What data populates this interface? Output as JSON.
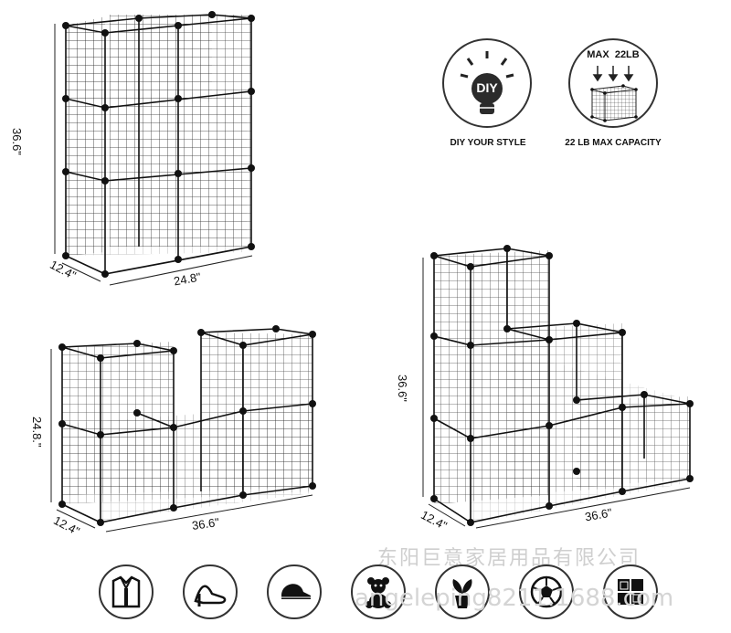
{
  "product": {
    "unit_grid_a": {
      "height_label": "36.6\"",
      "depth_label": "12.4\"",
      "width_label": "24.8\""
    },
    "unit_grid_b": {
      "height_label": "24.8.\"",
      "depth_label": "12.4\"",
      "width_label": "36.6\""
    },
    "unit_grid_c": {
      "height_label": "36.6\"",
      "depth_label": "12.4\"",
      "width_label": "36.6\""
    }
  },
  "badges": {
    "diy": {
      "icon_text": "DIY",
      "caption": "DIY YOUR STYLE"
    },
    "capacity": {
      "header": "MAX  22LB",
      "caption": "22 LB MAX CAPACITY"
    }
  },
  "watermark": {
    "company": "东阳巨意家居用品有限公司",
    "site": "angeleping8211.1688.com"
  },
  "usage_icons": [
    "shirt-icon",
    "high-heel-icon",
    "cap-icon",
    "teddy-bear-icon",
    "potted-plant-icon",
    "soccer-ball-icon",
    "cube-shelf-icon"
  ],
  "colors": {
    "wire": "#111111",
    "background": "#ffffff",
    "watermark": "#cfcfcf"
  }
}
